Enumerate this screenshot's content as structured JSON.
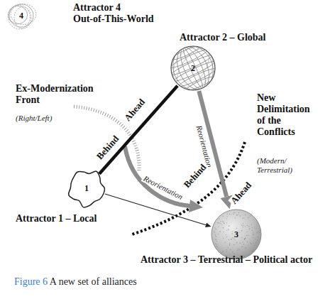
{
  "diagram": {
    "caption": "Figure 6 A new set of alliances",
    "nodes": [
      {
        "text": [
          "4",
          "Attractor 4 Out-of-This-World"
        ]
      },
      {
        "text": [
          "2",
          "Attractor 2 – Global"
        ]
      },
      {
        "text": [
          "1",
          "Attractor 1 – Local"
        ]
      },
      {
        "text": [
          "3",
          "Attractor 3 – Terrestrial – Political actor"
        ]
      }
    ],
    "edges": [
      {
        "from": 2,
        "to": 1,
        "arrow": "none"
      },
      {
        "from": 1,
        "to": 3,
        "label": "Reorientation",
        "arrow": "to"
      },
      {
        "from": 2,
        "to": 3,
        "arrow": "to"
      }
    ],
    "labels": [
      "Ex-Modernization Front",
      "(Right/Left)",
      "New Delimitation of the Conflicts",
      "(Modern/ Terrestrial)",
      "Ahead",
      "Behind",
      "Reorientation",
      "Behind",
      "Ahead"
    ]
  }
}
